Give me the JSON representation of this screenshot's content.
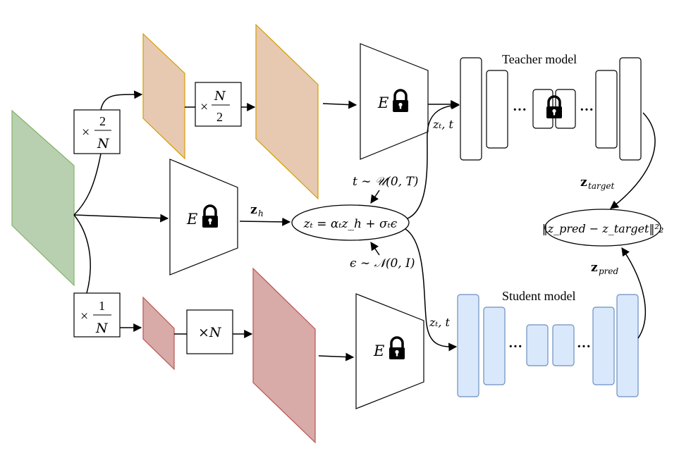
{
  "colors": {
    "input_fill": "#b8d0b0",
    "input_stroke": "#82b366",
    "up_fill": "#e6c9b0",
    "up_stroke": "#d79b00",
    "down_fill": "#d8aaa8",
    "down_stroke": "#b85450",
    "student_fill": "#dae8fc",
    "student_stroke": "#6c8ebf"
  },
  "labels": {
    "teacher_title": "Teacher model",
    "student_title": "Student model",
    "scale_up": {
      "prefix": "×",
      "num": "2",
      "den": "N"
    },
    "repeat_up": {
      "prefix": "×",
      "num": "N",
      "den": "2"
    },
    "scale_down": {
      "prefix": "×",
      "num": "1",
      "den": "N"
    },
    "repeat_down": "×N",
    "encoder": "E",
    "zh": "z",
    "zh_sub": "h",
    "t_sample": "t ∼ 𝒰(0, T)",
    "noise_sample": "ϵ ∼ 𝒩(0, I)",
    "noising_eq": "zₜ = αₜz_h + σₜϵ",
    "zt_t": "zₜ, t",
    "z_target": "z",
    "z_target_sub": "target",
    "z_pred": "z",
    "z_pred_sub": "pred",
    "loss": "‖z_pred − z_target‖²₂",
    "dots": "···"
  }
}
